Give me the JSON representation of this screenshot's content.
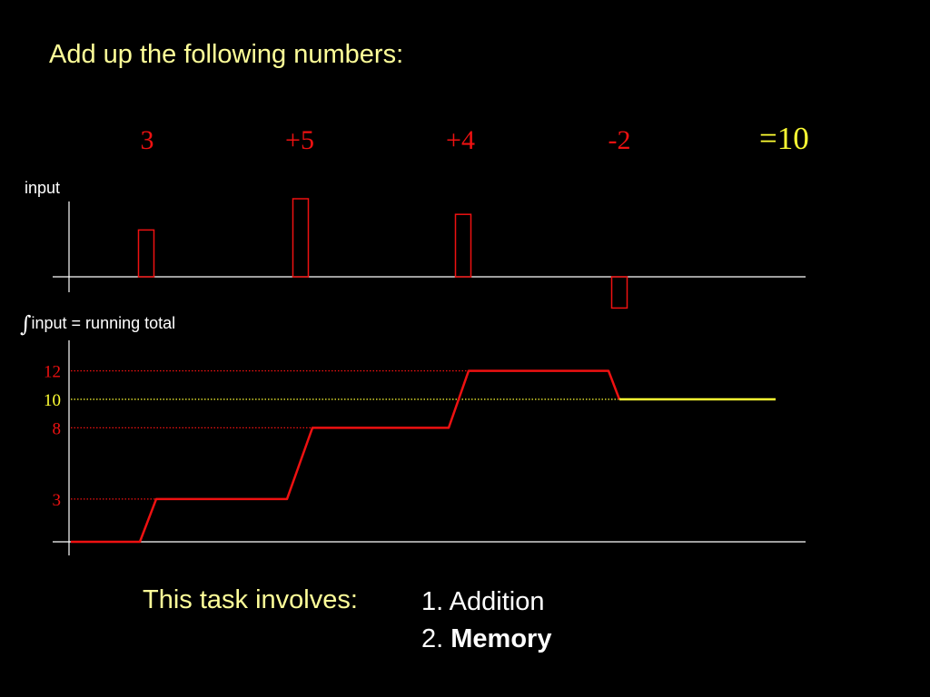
{
  "title": "Add up the following numbers:",
  "terms": [
    {
      "label": "3",
      "value": 3
    },
    {
      "label": "+5",
      "value": 5
    },
    {
      "label": "+4",
      "value": 4
    },
    {
      "label": "-2",
      "value": -2
    }
  ],
  "sum_label": "=10",
  "input_label": "input",
  "integral_symbol": "∫",
  "integral_label": "input = running total",
  "chart_data": {
    "type": "line",
    "panels": [
      {
        "name": "input",
        "kind": "pulses",
        "values": [
          3,
          5,
          4,
          -2
        ]
      },
      {
        "name": "running total",
        "kind": "step",
        "levels": [
          0,
          3,
          8,
          12,
          10
        ],
        "marked_levels": [
          {
            "label": "3",
            "value": 3,
            "color": "#ee1111"
          },
          {
            "label": "8",
            "value": 8,
            "color": "#ee1111"
          },
          {
            "label": "10",
            "value": 10,
            "color": "#ffff33"
          },
          {
            "label": "12",
            "value": 12,
            "color": "#ee1111"
          }
        ],
        "final_value": 10
      }
    ]
  },
  "colors": {
    "background": "#000000",
    "accent_red": "#ee1111",
    "accent_yellow": "#ffff33",
    "title_yellow": "#ffff99",
    "axis": "#ffffff"
  },
  "task": {
    "label": "This task involves:",
    "items": [
      {
        "number": "1.",
        "text": "Addition",
        "bold": false
      },
      {
        "number": "2.",
        "text": "Memory",
        "bold": true
      }
    ]
  }
}
